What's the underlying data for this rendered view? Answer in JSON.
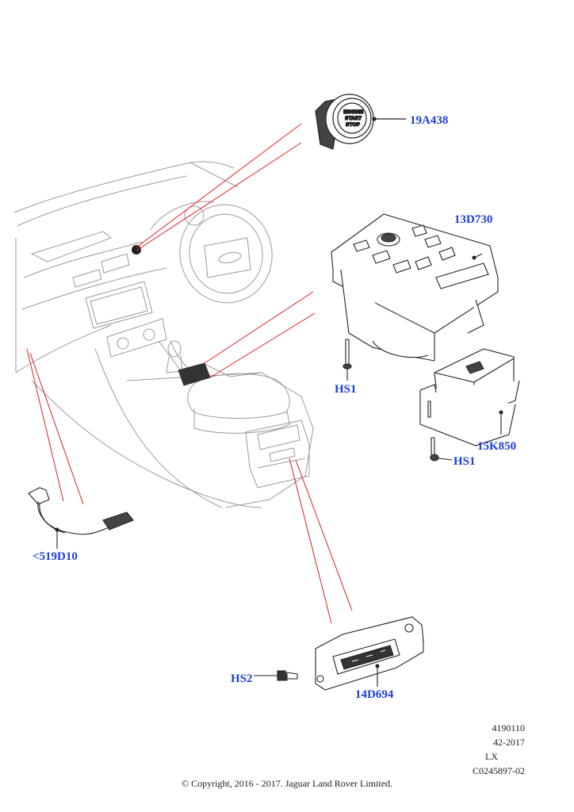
{
  "callouts": {
    "start_stop_button": "19A438",
    "terrain_switch": "13D730",
    "bolt_hs1_upper": "HS1",
    "module": "15K850",
    "bolt_hs1_lower": "HS1",
    "wiring_harness": "<519D10",
    "bolt_hs2": "HS2",
    "rear_seat_switch": "14D694"
  },
  "button_legend": [
    "ENGINE",
    "START",
    "STOP"
  ],
  "reference": {
    "diagram_number": "4190110",
    "date_code": "42-2017",
    "model_code": "LX",
    "image_code": "C0245897-02"
  },
  "copyright": "© Copyright, 2016 - 2017. Jaguar Land Rover Limited.",
  "colors": {
    "callout_text": "#1c3fd6",
    "leader_lines": "#e02020",
    "line_art": "#333333",
    "faint_line_art": "#9a9a9a"
  }
}
